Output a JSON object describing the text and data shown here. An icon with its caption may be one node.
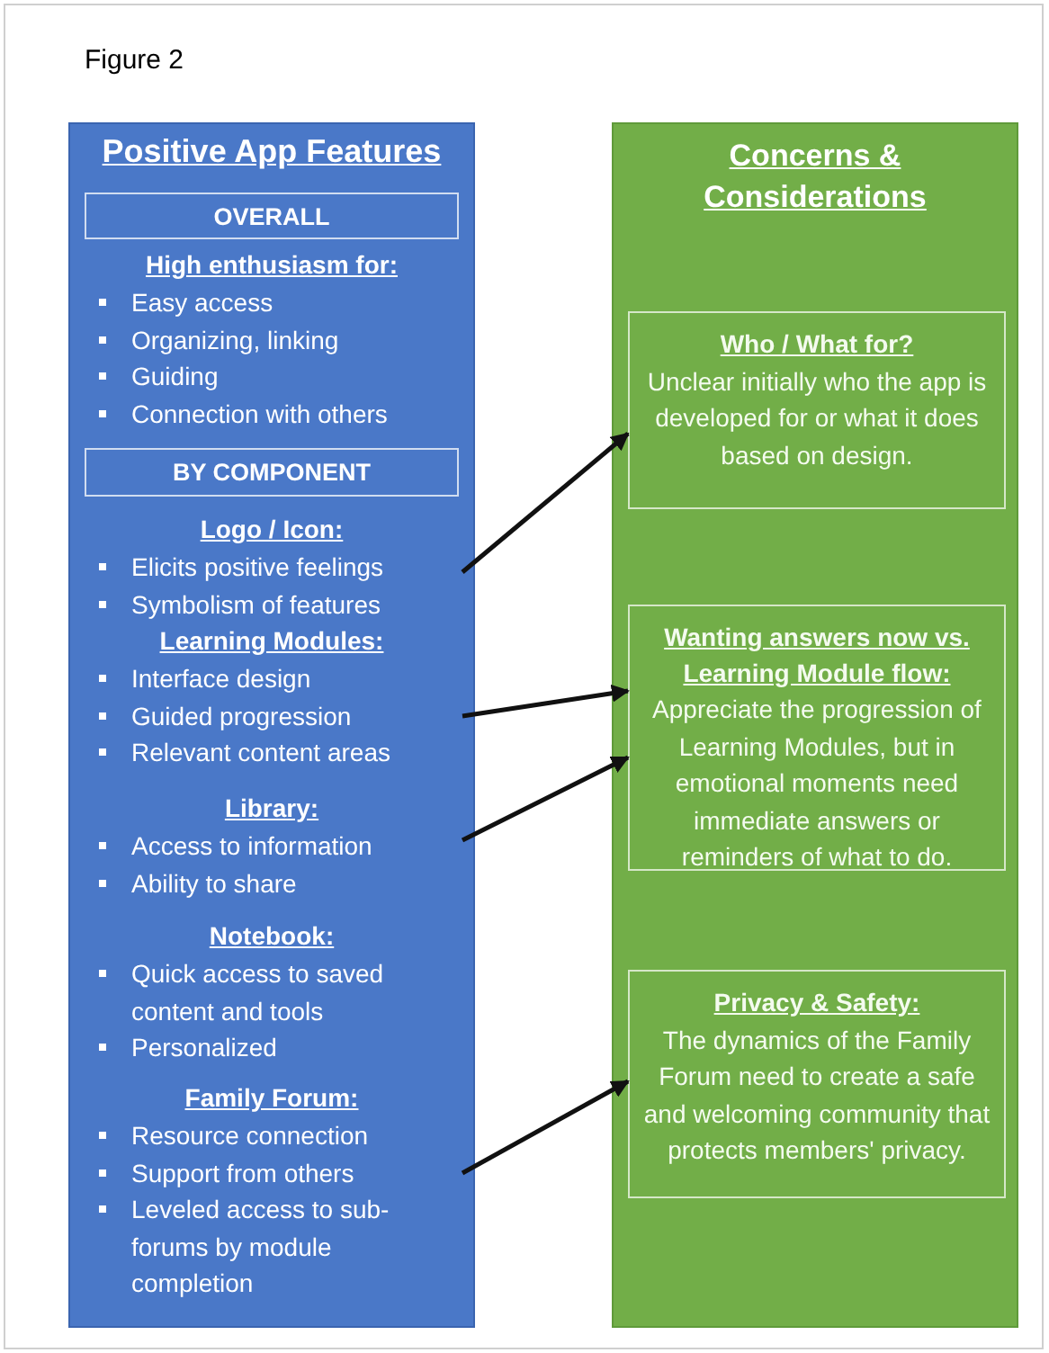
{
  "diagram": {
    "title": "Figure 2",
    "nodes": [
      {
        "text": [
          "Positive App Features"
        ]
      },
      {
        "text": [
          "OVERALL"
        ],
        "in": 0
      },
      {
        "text": [
          "High enthusiasm for:",
          "Easy access",
          "Organizing, linking",
          "Guiding",
          "Connection with others"
        ],
        "in": 0
      },
      {
        "text": [
          "BY COMPONENT"
        ],
        "in": 0
      },
      {
        "text": [
          "Logo / Icon:",
          "Elicits positive feelings",
          "Symbolism of features"
        ],
        "in": 0
      },
      {
        "text": [
          "Learning Modules:",
          "Interface design",
          "Guided progression",
          "Relevant content areas"
        ],
        "in": 0
      },
      {
        "text": [
          "Library:",
          "Access to information",
          "Ability to share"
        ],
        "in": 0
      },
      {
        "text": [
          "Notebook:",
          "Quick access to saved content and tools",
          "Personalized"
        ],
        "in": 0
      },
      {
        "text": [
          "Family Forum:",
          "Resource connection",
          "Support from others",
          "Leveled access to sub-forums by module completion"
        ],
        "in": 0
      },
      {
        "text": [
          "Concerns & Considerations"
        ]
      },
      {
        "text": [
          "Who / What for?",
          "Unclear initially who the app is developed for or what it does based on design."
        ],
        "in": 9
      },
      {
        "text": [
          "Wanting answers now vs. Learning Module flow:",
          "Appreciate the progression of Learning Modules, but in emotional moments need immediate answers or reminders of what to do."
        ],
        "in": 9
      },
      {
        "text": [
          "Privacy & Safety:",
          "The dynamics of the Family Forum need to create a safe and welcoming community that protects members' privacy."
        ],
        "in": 9
      }
    ],
    "edges": [
      {
        "from": 4,
        "to": 10,
        "arrow": "to"
      },
      {
        "from": 5,
        "to": 11,
        "arrow": "to"
      },
      {
        "from": 6,
        "to": 11,
        "arrow": "to"
      },
      {
        "from": 8,
        "to": 12,
        "arrow": "to"
      }
    ]
  }
}
